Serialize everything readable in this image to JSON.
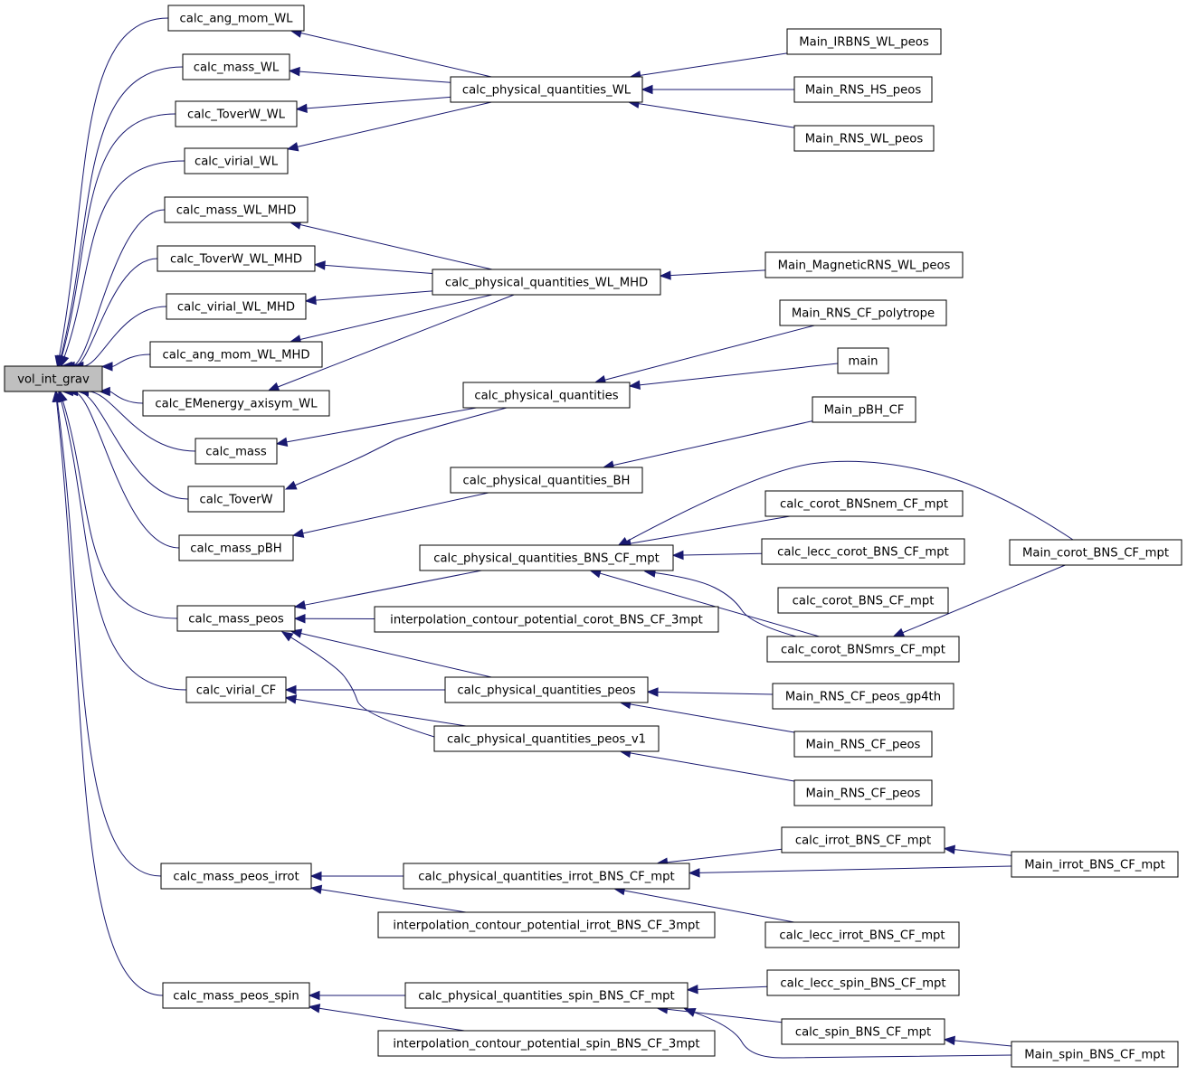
{
  "graph": {
    "root": "vol_int_grav",
    "nodes": [
      {
        "id": "vol_int_grav",
        "label": "vol_int_grav"
      },
      {
        "id": "calc_ang_mom_WL",
        "label": "calc_ang_mom_WL"
      },
      {
        "id": "calc_mass_WL",
        "label": "calc_mass_WL"
      },
      {
        "id": "calc_ToverW_WL",
        "label": "calc_ToverW_WL"
      },
      {
        "id": "calc_virial_WL",
        "label": "calc_virial_WL"
      },
      {
        "id": "calc_mass_WL_MHD",
        "label": "calc_mass_WL_MHD"
      },
      {
        "id": "calc_ToverW_WL_MHD",
        "label": "calc_ToverW_WL_MHD"
      },
      {
        "id": "calc_virial_WL_MHD",
        "label": "calc_virial_WL_MHD"
      },
      {
        "id": "calc_ang_mom_WL_MHD",
        "label": "calc_ang_mom_WL_MHD"
      },
      {
        "id": "calc_EMenergy_axisym_WL",
        "label": "calc_EMenergy_axisym_WL"
      },
      {
        "id": "calc_mass",
        "label": "calc_mass"
      },
      {
        "id": "calc_ToverW",
        "label": "calc_ToverW"
      },
      {
        "id": "calc_mass_pBH",
        "label": "calc_mass_pBH"
      },
      {
        "id": "calc_mass_peos",
        "label": "calc_mass_peos"
      },
      {
        "id": "calc_virial_CF",
        "label": "calc_virial_CF"
      },
      {
        "id": "calc_mass_peos_irrot",
        "label": "calc_mass_peos_irrot"
      },
      {
        "id": "calc_mass_peos_spin",
        "label": "calc_mass_peos_spin"
      },
      {
        "id": "calc_physical_quantities_WL",
        "label": "calc_physical_quantities_WL"
      },
      {
        "id": "calc_physical_quantities_WL_MHD",
        "label": "calc_physical_quantities_WL_MHD"
      },
      {
        "id": "calc_physical_quantities",
        "label": "calc_physical_quantities"
      },
      {
        "id": "calc_physical_quantities_BH",
        "label": "calc_physical_quantities_BH"
      },
      {
        "id": "calc_physical_quantities_BNS_CF_mpt",
        "label": "calc_physical_quantities_BNS_CF_mpt"
      },
      {
        "id": "interpolation_contour_potential_corot_BNS_CF_3mpt",
        "label": "interpolation_contour_potential_corot_BNS_CF_3mpt"
      },
      {
        "id": "calc_physical_quantities_peos",
        "label": "calc_physical_quantities_peos"
      },
      {
        "id": "calc_physical_quantities_peos_v1",
        "label": "calc_physical_quantities_peos_v1"
      },
      {
        "id": "calc_physical_quantities_irrot_BNS_CF_mpt",
        "label": "calc_physical_quantities_irrot_BNS_CF_mpt"
      },
      {
        "id": "interpolation_contour_potential_irrot_BNS_CF_3mpt",
        "label": "interpolation_contour_potential_irrot_BNS_CF_3mpt"
      },
      {
        "id": "calc_physical_quantities_spin_BNS_CF_mpt",
        "label": "calc_physical_quantities_spin_BNS_CF_mpt"
      },
      {
        "id": "interpolation_contour_potential_spin_BNS_CF_3mpt",
        "label": "interpolation_contour_potential_spin_BNS_CF_3mpt"
      },
      {
        "id": "Main_IRBNS_WL_peos",
        "label": "Main_IRBNS_WL_peos"
      },
      {
        "id": "Main_RNS_HS_peos",
        "label": "Main_RNS_HS_peos"
      },
      {
        "id": "Main_RNS_WL_peos",
        "label": "Main_RNS_WL_peos"
      },
      {
        "id": "Main_MagneticRNS_WL_peos",
        "label": "Main_MagneticRNS_WL_peos"
      },
      {
        "id": "Main_RNS_CF_polytrope",
        "label": "Main_RNS_CF_polytrope"
      },
      {
        "id": "main",
        "label": "main"
      },
      {
        "id": "Main_pBH_CF",
        "label": "Main_pBH_CF"
      },
      {
        "id": "calc_corot_BNSnem_CF_mpt",
        "label": "calc_corot_BNSnem_CF_mpt"
      },
      {
        "id": "calc_lecc_corot_BNS_CF_mpt",
        "label": "calc_lecc_corot_BNS_CF_mpt"
      },
      {
        "id": "calc_corot_BNS_CF_mpt",
        "label": "calc_corot_BNS_CF_mpt"
      },
      {
        "id": "calc_corot_BNSmrs_CF_mpt",
        "label": "calc_corot_BNSmrs_CF_mpt"
      },
      {
        "id": "Main_corot_BNS_CF_mpt",
        "label": "Main_corot_BNS_CF_mpt"
      },
      {
        "id": "Main_RNS_CF_peos_gp4th",
        "label": "Main_RNS_CF_peos_gp4th"
      },
      {
        "id": "Main_RNS_CF_peos_a",
        "label": "Main_RNS_CF_peos"
      },
      {
        "id": "Main_RNS_CF_peos_b",
        "label": "Main_RNS_CF_peos"
      },
      {
        "id": "calc_irrot_BNS_CF_mpt",
        "label": "calc_irrot_BNS_CF_mpt"
      },
      {
        "id": "Main_irrot_BNS_CF_mpt",
        "label": "Main_irrot_BNS_CF_mpt"
      },
      {
        "id": "calc_lecc_irrot_BNS_CF_mpt",
        "label": "calc_lecc_irrot_BNS_CF_mpt"
      },
      {
        "id": "calc_lecc_spin_BNS_CF_mpt",
        "label": "calc_lecc_spin_BNS_CF_mpt"
      },
      {
        "id": "calc_spin_BNS_CF_mpt",
        "label": "calc_spin_BNS_CF_mpt"
      },
      {
        "id": "Main_spin_BNS_CF_mpt",
        "label": "Main_spin_BNS_CF_mpt"
      }
    ],
    "edges": [
      {
        "from": "calc_ang_mom_WL",
        "to": "vol_int_grav"
      },
      {
        "from": "calc_mass_WL",
        "to": "vol_int_grav"
      },
      {
        "from": "calc_ToverW_WL",
        "to": "vol_int_grav"
      },
      {
        "from": "calc_virial_WL",
        "to": "vol_int_grav"
      },
      {
        "from": "calc_mass_WL_MHD",
        "to": "vol_int_grav"
      },
      {
        "from": "calc_ToverW_WL_MHD",
        "to": "vol_int_grav"
      },
      {
        "from": "calc_virial_WL_MHD",
        "to": "vol_int_grav"
      },
      {
        "from": "calc_ang_mom_WL_MHD",
        "to": "vol_int_grav"
      },
      {
        "from": "calc_EMenergy_axisym_WL",
        "to": "vol_int_grav"
      },
      {
        "from": "calc_mass",
        "to": "vol_int_grav"
      },
      {
        "from": "calc_ToverW",
        "to": "vol_int_grav"
      },
      {
        "from": "calc_mass_pBH",
        "to": "vol_int_grav"
      },
      {
        "from": "calc_mass_peos",
        "to": "vol_int_grav"
      },
      {
        "from": "calc_virial_CF",
        "to": "vol_int_grav"
      },
      {
        "from": "calc_mass_peos_irrot",
        "to": "vol_int_grav"
      },
      {
        "from": "calc_mass_peos_spin",
        "to": "vol_int_grav"
      },
      {
        "from": "calc_physical_quantities_WL",
        "to": "calc_ang_mom_WL"
      },
      {
        "from": "calc_physical_quantities_WL",
        "to": "calc_mass_WL"
      },
      {
        "from": "calc_physical_quantities_WL",
        "to": "calc_ToverW_WL"
      },
      {
        "from": "calc_physical_quantities_WL",
        "to": "calc_virial_WL"
      },
      {
        "from": "calc_physical_quantities_WL_MHD",
        "to": "calc_mass_WL_MHD"
      },
      {
        "from": "calc_physical_quantities_WL_MHD",
        "to": "calc_ToverW_WL_MHD"
      },
      {
        "from": "calc_physical_quantities_WL_MHD",
        "to": "calc_virial_WL_MHD"
      },
      {
        "from": "calc_physical_quantities_WL_MHD",
        "to": "calc_ang_mom_WL_MHD"
      },
      {
        "from": "calc_physical_quantities_WL_MHD",
        "to": "calc_EMenergy_axisym_WL"
      },
      {
        "from": "calc_physical_quantities",
        "to": "calc_mass"
      },
      {
        "from": "calc_physical_quantities",
        "to": "calc_ToverW"
      },
      {
        "from": "calc_physical_quantities_BH",
        "to": "calc_mass_pBH"
      },
      {
        "from": "calc_physical_quantities_BNS_CF_mpt",
        "to": "calc_mass_peos"
      },
      {
        "from": "interpolation_contour_potential_corot_BNS_CF_3mpt",
        "to": "calc_mass_peos"
      },
      {
        "from": "calc_physical_quantities_peos",
        "to": "calc_mass_peos"
      },
      {
        "from": "calc_physical_quantities_peos_v1",
        "to": "calc_mass_peos"
      },
      {
        "from": "calc_physical_quantities_peos",
        "to": "calc_virial_CF"
      },
      {
        "from": "calc_physical_quantities_peos_v1",
        "to": "calc_virial_CF"
      },
      {
        "from": "calc_physical_quantities_irrot_BNS_CF_mpt",
        "to": "calc_mass_peos_irrot"
      },
      {
        "from": "interpolation_contour_potential_irrot_BNS_CF_3mpt",
        "to": "calc_mass_peos_irrot"
      },
      {
        "from": "calc_physical_quantities_spin_BNS_CF_mpt",
        "to": "calc_mass_peos_spin"
      },
      {
        "from": "interpolation_contour_potential_spin_BNS_CF_3mpt",
        "to": "calc_mass_peos_spin"
      },
      {
        "from": "Main_IRBNS_WL_peos",
        "to": "calc_physical_quantities_WL"
      },
      {
        "from": "Main_RNS_HS_peos",
        "to": "calc_physical_quantities_WL"
      },
      {
        "from": "Main_RNS_WL_peos",
        "to": "calc_physical_quantities_WL"
      },
      {
        "from": "Main_MagneticRNS_WL_peos",
        "to": "calc_physical_quantities_WL_MHD"
      },
      {
        "from": "Main_RNS_CF_polytrope",
        "to": "calc_physical_quantities"
      },
      {
        "from": "main",
        "to": "calc_physical_quantities"
      },
      {
        "from": "Main_pBH_CF",
        "to": "calc_physical_quantities_BH"
      },
      {
        "from": "Main_corot_BNS_CF_mpt",
        "to": "calc_physical_quantities_BNS_CF_mpt"
      },
      {
        "from": "calc_corot_BNSnem_CF_mpt",
        "to": "calc_physical_quantities_BNS_CF_mpt"
      },
      {
        "from": "calc_lecc_corot_BNS_CF_mpt",
        "to": "calc_physical_quantities_BNS_CF_mpt"
      },
      {
        "from": "calc_corot_BNS_CF_mpt",
        "to": "calc_physical_quantities_BNS_CF_mpt"
      },
      {
        "from": "calc_corot_BNSmrs_CF_mpt",
        "to": "calc_physical_quantities_BNS_CF_mpt"
      },
      {
        "from": "Main_corot_BNS_CF_mpt",
        "to": "calc_corot_BNSmrs_CF_mpt"
      },
      {
        "from": "Main_RNS_CF_peos_gp4th",
        "to": "calc_physical_quantities_peos"
      },
      {
        "from": "Main_RNS_CF_peos_a",
        "to": "calc_physical_quantities_peos"
      },
      {
        "from": "Main_RNS_CF_peos_b",
        "to": "calc_physical_quantities_peos_v1"
      },
      {
        "from": "calc_irrot_BNS_CF_mpt",
        "to": "calc_physical_quantities_irrot_BNS_CF_mpt"
      },
      {
        "from": "Main_irrot_BNS_CF_mpt",
        "to": "calc_physical_quantities_irrot_BNS_CF_mpt"
      },
      {
        "from": "calc_lecc_irrot_BNS_CF_mpt",
        "to": "calc_physical_quantities_irrot_BNS_CF_mpt"
      },
      {
        "from": "Main_irrot_BNS_CF_mpt",
        "to": "calc_irrot_BNS_CF_mpt"
      },
      {
        "from": "calc_lecc_spin_BNS_CF_mpt",
        "to": "calc_physical_quantities_spin_BNS_CF_mpt"
      },
      {
        "from": "calc_spin_BNS_CF_mpt",
        "to": "calc_physical_quantities_spin_BNS_CF_mpt"
      },
      {
        "from": "Main_spin_BNS_CF_mpt",
        "to": "calc_physical_quantities_spin_BNS_CF_mpt"
      },
      {
        "from": "Main_spin_BNS_CF_mpt",
        "to": "calc_spin_BNS_CF_mpt"
      }
    ],
    "colors": {
      "edge": "#191970",
      "node_border": "#000000",
      "root_fill": "#bfbfbf",
      "node_fill": "#ffffff"
    }
  }
}
